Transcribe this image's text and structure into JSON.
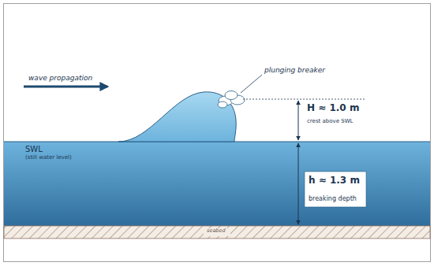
{
  "diagram": {
    "labels": [
      "wave propagation",
      "SWL",
      "(still water level)",
      "plunging breaker",
      "H ≈ 1.0 m",
      "crest above SWL",
      "h ≈ 1.3 m",
      "breaking depth",
      "seabed"
    ]
  }
}
